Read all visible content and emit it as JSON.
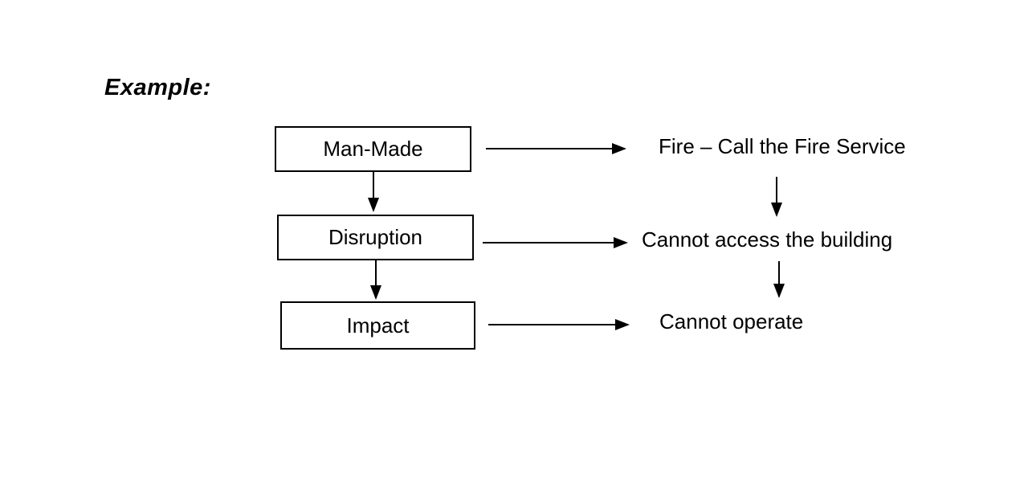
{
  "title": "Example:",
  "flow": {
    "boxes": [
      {
        "label": "Man-Made",
        "outcome": "Fire – Call the Fire Service"
      },
      {
        "label": "Disruption",
        "outcome": "Cannot access the building"
      },
      {
        "label": "Impact",
        "outcome": "Cannot operate"
      }
    ]
  },
  "colors": {
    "background": "#ffffff",
    "line": "#000000",
    "text": "#000000"
  }
}
